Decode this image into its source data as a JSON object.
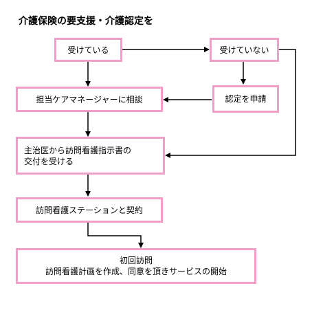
{
  "title": "介護保険の要支援・介護認定を",
  "nodes": {
    "received": "受けている",
    "not_received": "受けていない",
    "apply": "認定を申請",
    "consult": "担当ケアマネージャーに相談",
    "instruction_line1": "主治医から訪問看護指示書の",
    "instruction_line2": "交付を受ける",
    "contract": "訪問看護ステーションと契約",
    "first_visit_line1": "初回訪問",
    "first_visit_line2": "訪問看護計画を作成、同意を頂きサービスの開始"
  },
  "colors": {
    "box_border": "#f19fc8",
    "arrow": "#000000"
  }
}
